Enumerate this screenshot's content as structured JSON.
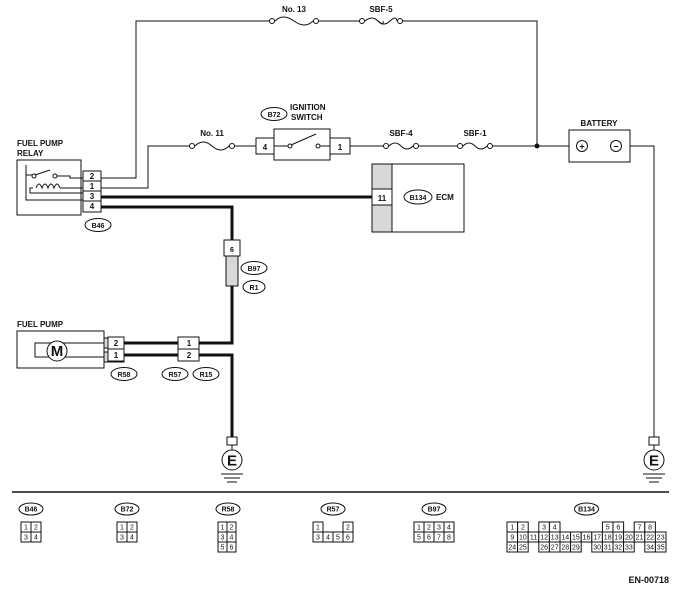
{
  "components": {
    "fuse_no13": "No. 13",
    "fuse_sbf5": "SBF-5",
    "fuse_no11": "No. 11",
    "ignition_switch": "IGNITION\nSWITCH",
    "ignition_switch_l1": "IGNITION",
    "ignition_switch_l2": "SWITCH",
    "fuse_sbf4": "SBF-4",
    "fuse_sbf1": "SBF-1",
    "battery": "BATTERY",
    "battery_plus": "+",
    "battery_minus": "−",
    "fuel_pump_relay_l1": "FUEL PUMP",
    "fuel_pump_relay_l2": "RELAY",
    "ecm": "ECM",
    "fuel_pump": "FUEL PUMP",
    "motor": "M",
    "ground": "E"
  },
  "connectors": {
    "b72": "B72",
    "b46": "B46",
    "b134": "B134",
    "b97": "B97",
    "r1": "R1",
    "r58": "R58",
    "r57": "R57",
    "r15": "R15"
  },
  "pins": {
    "ign_4": "4",
    "ign_1": "1",
    "relay_2": "2",
    "relay_1": "1",
    "relay_3": "3",
    "relay_4": "4",
    "ecm_11": "11",
    "b97_6": "6",
    "pump_2": "2",
    "pump_1": "1",
    "r57_1": "1",
    "r57_2": "2"
  },
  "connector_views": [
    {
      "name": "B46",
      "rows": [
        [
          "1",
          "2"
        ],
        [
          "3",
          "4"
        ]
      ]
    },
    {
      "name": "B72",
      "rows": [
        [
          "1",
          "2"
        ],
        [
          "3",
          "4"
        ]
      ]
    },
    {
      "name": "R58",
      "rows": [
        [
          "1",
          "2"
        ],
        [
          "3",
          "4"
        ],
        [
          "5",
          "6"
        ]
      ]
    },
    {
      "name": "R57",
      "rows": [
        [
          "1",
          "",
          "",
          "2"
        ],
        [
          "3",
          "4",
          "5",
          "6"
        ]
      ]
    },
    {
      "name": "B97",
      "rows": [
        [
          "1",
          "2",
          "3",
          "4"
        ],
        [
          "5",
          "6",
          "7",
          "8"
        ]
      ]
    },
    {
      "name": "B134",
      "rows": [
        [
          "1",
          "2",
          "",
          "3",
          "4",
          "",
          "",
          "",
          "",
          "5",
          "6",
          "",
          "7",
          "8"
        ],
        [
          "9",
          "10",
          "11",
          "12",
          "13",
          "14",
          "15",
          "16",
          "17",
          "18",
          "19",
          "20",
          "21",
          "22",
          "23"
        ],
        [
          "24",
          "25",
          "",
          "26",
          "27",
          "28",
          "29",
          "",
          "30",
          "31",
          "32",
          "33",
          "",
          "34",
          "35"
        ]
      ]
    }
  ],
  "footer": {
    "code": "EN-00718"
  }
}
